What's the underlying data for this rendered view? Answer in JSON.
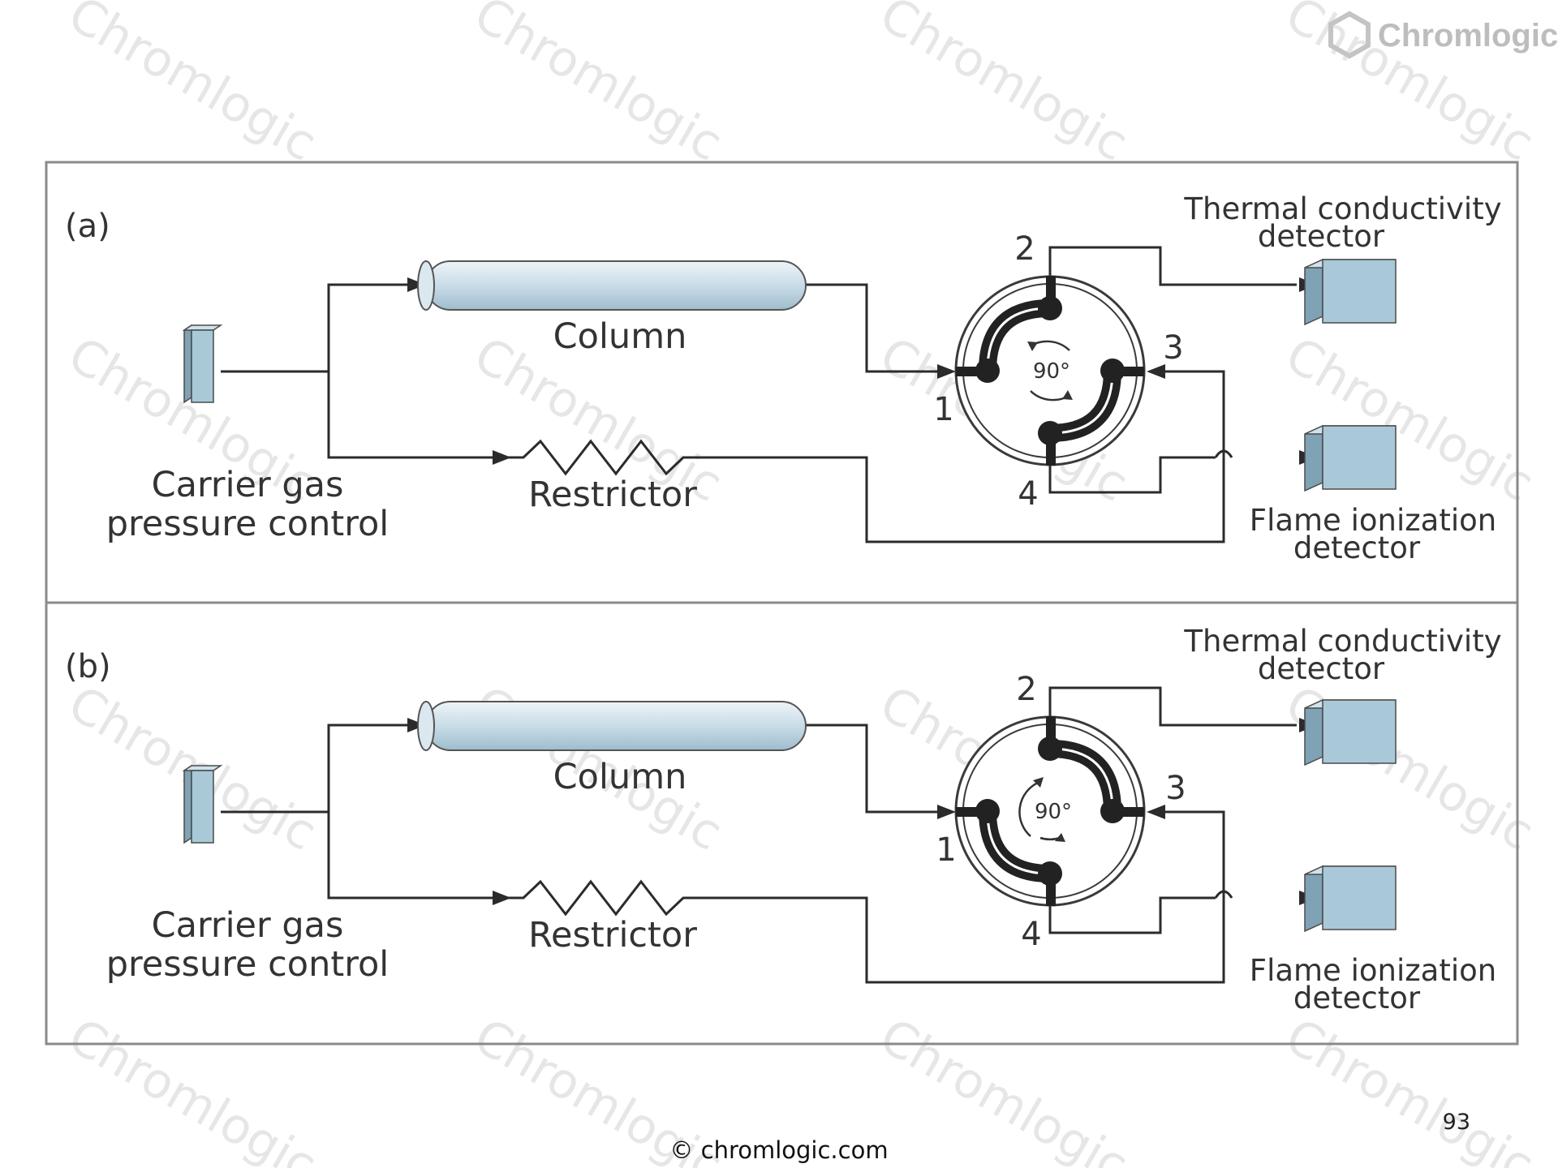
{
  "watermark": {
    "text": "Chromlogic"
  },
  "logo": {
    "text": "Chromlogic"
  },
  "footer": {
    "text": "© chromlogic.com",
    "page_number": "93"
  },
  "panels": [
    {
      "id": "a",
      "label": "(a)",
      "column_label": "Column",
      "restrictor_label": "Restrictor",
      "source_label_1": "Carrier gas",
      "source_label_2": "pressure control",
      "tcd_label_1": "Thermal conductivity",
      "tcd_label_2": "detector",
      "fid_label_1": "Flame ionization",
      "fid_label_2": "detector",
      "rotation_label": "90°",
      "rotation_direction": "counterclockwise",
      "ports": [
        "1",
        "2",
        "3",
        "4"
      ],
      "valve_connections": [
        [
          "1",
          "2"
        ],
        [
          "3",
          "4"
        ]
      ]
    },
    {
      "id": "b",
      "label": "(b)",
      "column_label": "Column",
      "restrictor_label": "Restrictor",
      "source_label_1": "Carrier gas",
      "source_label_2": "pressure control",
      "tcd_label_1": "Thermal conductivity",
      "tcd_label_2": "detector",
      "fid_label_1": "Flame ionization",
      "fid_label_2": "detector",
      "rotation_label": "90°",
      "rotation_direction": "clockwise",
      "ports": [
        "1",
        "2",
        "3",
        "4"
      ],
      "valve_connections": [
        [
          "1",
          "4"
        ],
        [
          "2",
          "3"
        ]
      ]
    }
  ],
  "colors": {
    "component_fill": "#a9c9d9",
    "line": "#2b2b2b",
    "frame": "#8a8a8a",
    "watermark": "#e6e6e6"
  }
}
